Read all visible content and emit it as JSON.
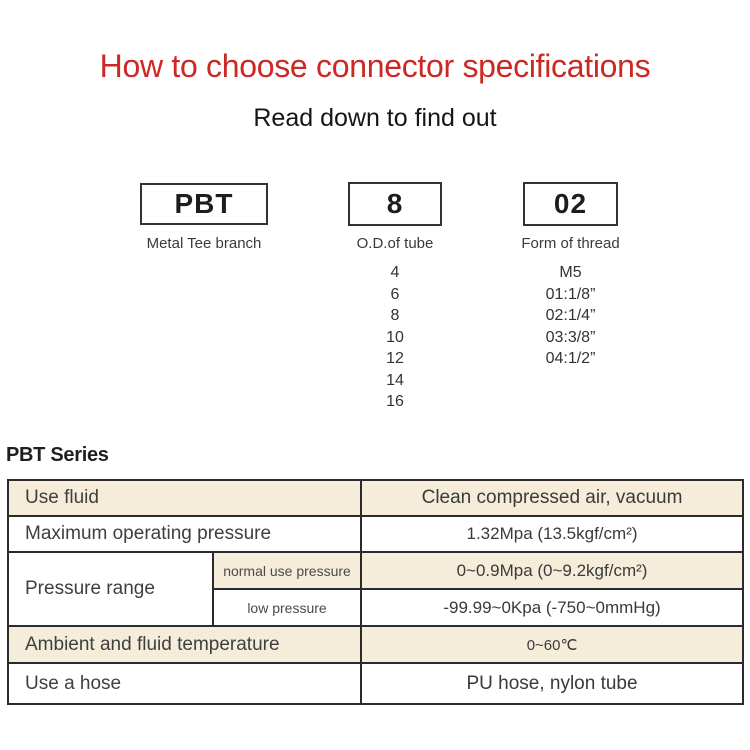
{
  "page": {
    "title": "How to choose connector specifications",
    "subtitle": "Read down to find out"
  },
  "selector": {
    "boxes": [
      {
        "code": "PBT",
        "label": "Metal Tee branch"
      },
      {
        "code": "8",
        "label": "O.D.of tube",
        "options": [
          "4",
          "6",
          "8",
          "10",
          "12",
          "14",
          "16"
        ]
      },
      {
        "code": "02",
        "label": "Form of thread",
        "options": [
          "M5",
          "01:1/8”",
          "02:1/4”",
          "03:3/8”",
          "04:1/2”"
        ]
      }
    ]
  },
  "series": {
    "heading": "PBT Series",
    "table": {
      "rows": [
        {
          "label": "Use fluid",
          "value": "Clean compressed air, vacuum"
        },
        {
          "label": "Maximum operating pressure",
          "value": "1.32Mpa (13.5kgf/cm²)"
        },
        {
          "label": "Pressure range",
          "sub": [
            {
              "label": "normal use pressure",
              "value": "0~0.9Mpa (0~9.2kgf/cm²)"
            },
            {
              "label": "low pressure",
              "value": "-99.99~0Kpa (-750~0mmHg)"
            }
          ]
        },
        {
          "label": "Ambient and fluid temperature",
          "value": "0~60℃"
        },
        {
          "label": "Use a hose",
          "value": "PU hose, nylon tube"
        }
      ]
    }
  },
  "colors": {
    "accent_red": "#cc2824",
    "row_beige": "#f5edda",
    "border_dark": "#2b2b2b"
  }
}
